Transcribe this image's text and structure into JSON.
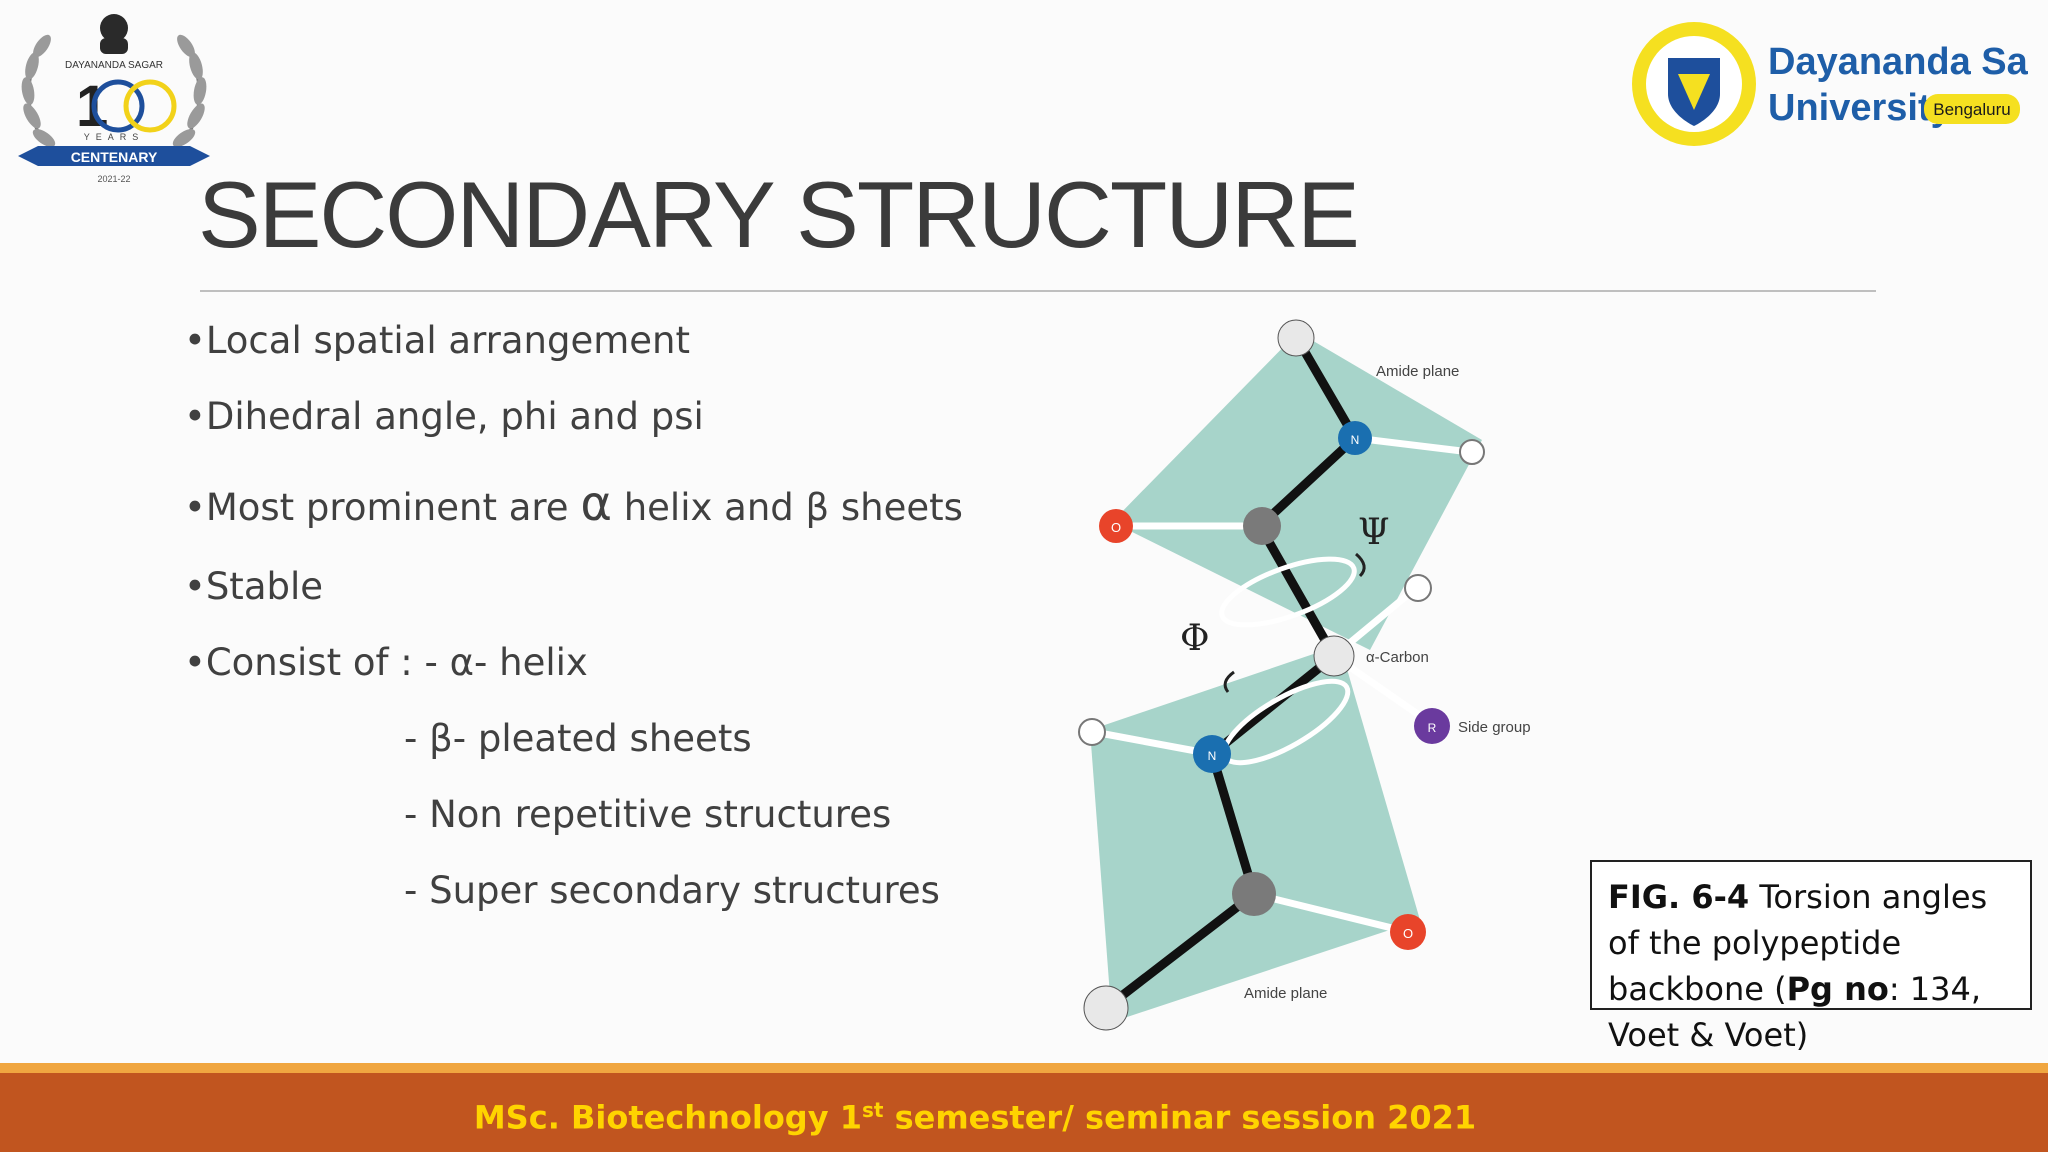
{
  "header": {
    "left_logo": {
      "top_text": "DAYANANDA SAGAR",
      "numeral": "100",
      "years": "YEARS",
      "ribbon": "CENTENARY",
      "span": "2021-22"
    },
    "right_logo": {
      "name_line1": "Dayananda Sagar",
      "name_line2": "University",
      "city_badge": "Bengaluru"
    }
  },
  "slide": {
    "title": "SECONDARY STRUCTURE",
    "bullets": [
      "•Local spatial arrangement",
      "•Dihedral angle, phi and psi",
      "•Stable",
      "•Consist of : - α- helix"
    ],
    "prominent": {
      "prefix": "•Most prominent are ",
      "alpha": "α",
      "suffix": " helix and β sheets"
    },
    "sub_items": [
      "- β- pleated sheets",
      "- Non repetitive structures",
      "- Super secondary structures"
    ]
  },
  "figure": {
    "labels": {
      "amide_top": "Amide plane",
      "amide_bottom": "Amide plane",
      "alpha_carbon": "α-Carbon",
      "side_group": "Side group",
      "psi": "Ψ",
      "phi": "Φ",
      "atom_o": "O",
      "atom_n": "N",
      "atom_r": "R"
    },
    "colors": {
      "plane": "#9dcfc4",
      "oxygen": "#e8442a",
      "nitrogen": "#1a6fb0",
      "carbon": "#7a7a7a",
      "side_group": "#6a3a9e"
    }
  },
  "caption": {
    "fig_label": "FIG. 6-4",
    "text1": " Torsion angles of the polypeptide backbone (",
    "pg_label": "Pg no",
    "text2": ": 134, Voet & Voet)"
  },
  "footer": {
    "prefix": "MSc. Biotechnology 1",
    "sup": "st",
    "suffix": " semester/ seminar session 2021",
    "stripe_color": "#f0a640",
    "bar_color": "#c1551f",
    "text_color": "#ffd400"
  }
}
